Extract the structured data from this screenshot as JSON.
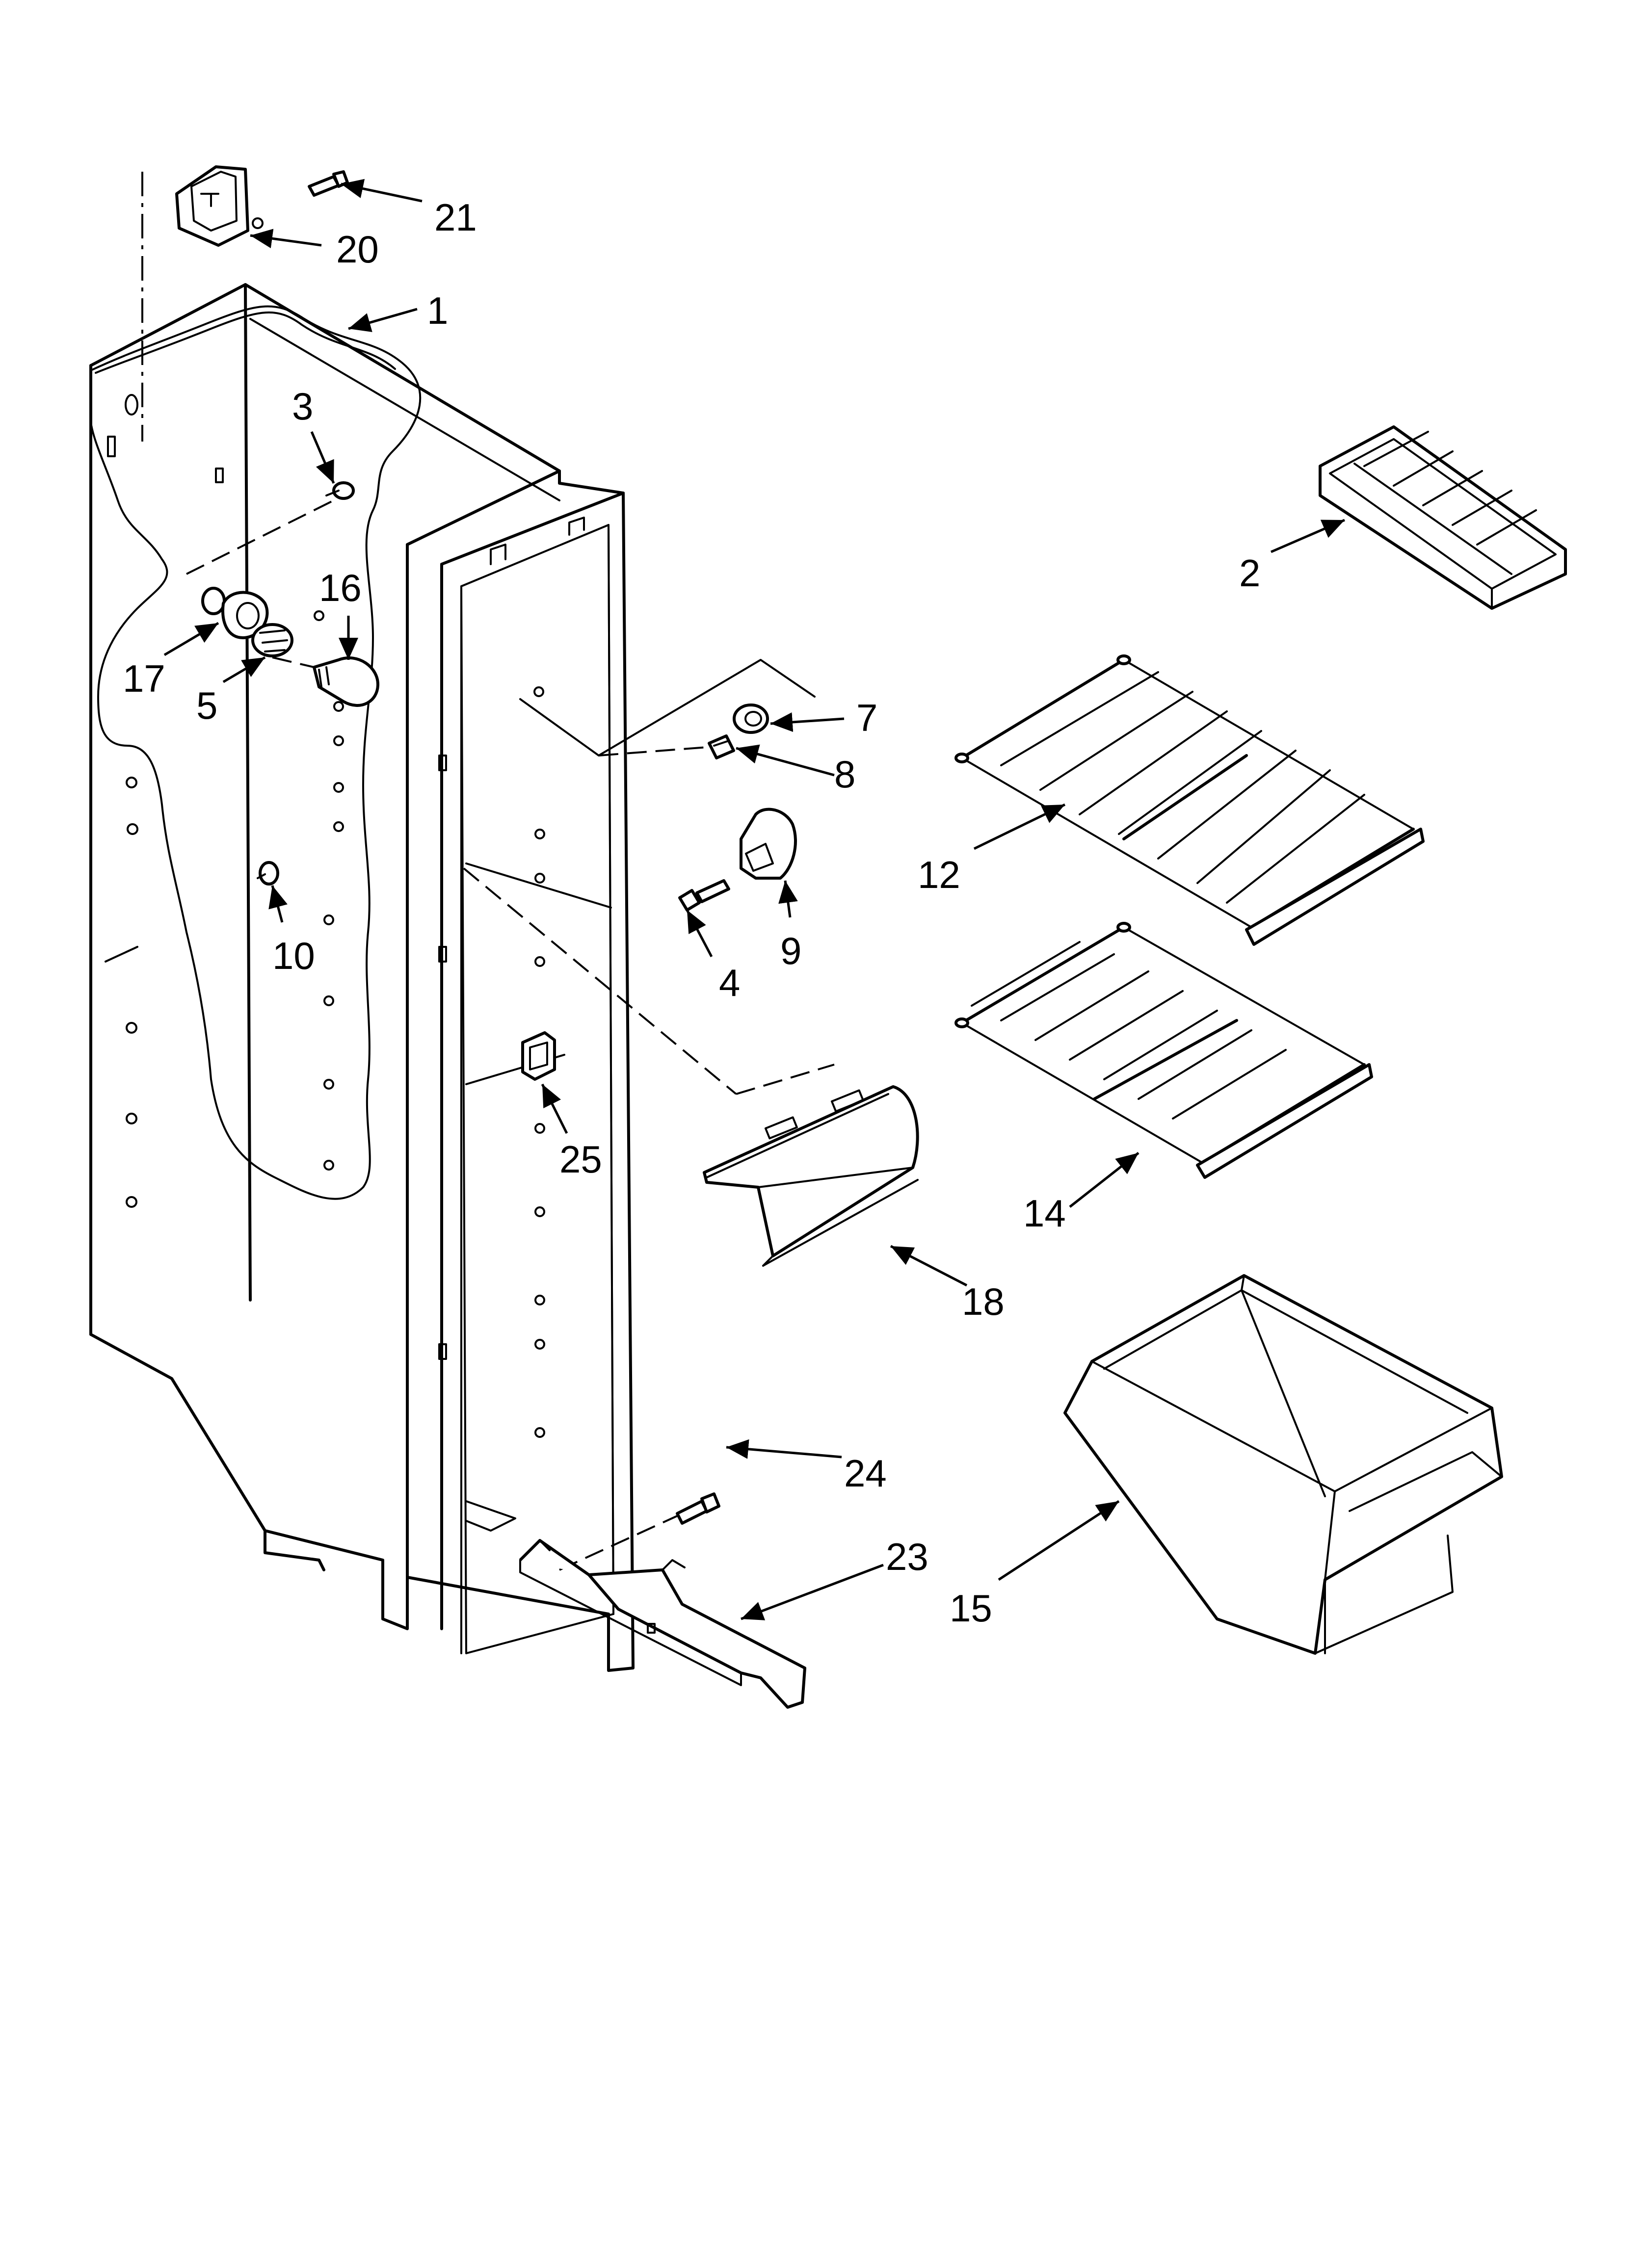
{
  "callouts": {
    "c1": "1",
    "c2": "2",
    "c3": "3",
    "c4": "4",
    "c5": "5",
    "c7": "7",
    "c8": "8",
    "c9": "9",
    "c10": "10",
    "c12": "12",
    "c14": "14",
    "c15": "15",
    "c16": "16",
    "c17": "17",
    "c18": "18",
    "c20": "20",
    "c21": "21",
    "c23": "23",
    "c24": "24",
    "c25": "25"
  }
}
